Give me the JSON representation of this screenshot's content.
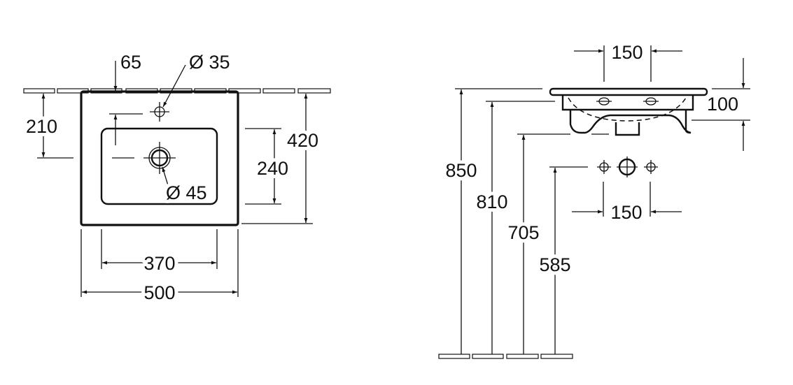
{
  "top_view": {
    "dim_tap_offset": "65",
    "dim_tap_hole": "Ø 35",
    "dim_tap_depth": "210",
    "dim_depth": "420",
    "dim_bowl_depth": "240",
    "dim_drain": "Ø 45",
    "dim_bowl_width": "370",
    "dim_width": "500"
  },
  "side_view": {
    "dim_tap_spacing": "150",
    "dim_height": "100",
    "dim_top_height": "850",
    "dim_under_height": "810",
    "dim_bottom_height": "705",
    "dim_supply_height": "585",
    "dim_supply_spacing": "150"
  }
}
